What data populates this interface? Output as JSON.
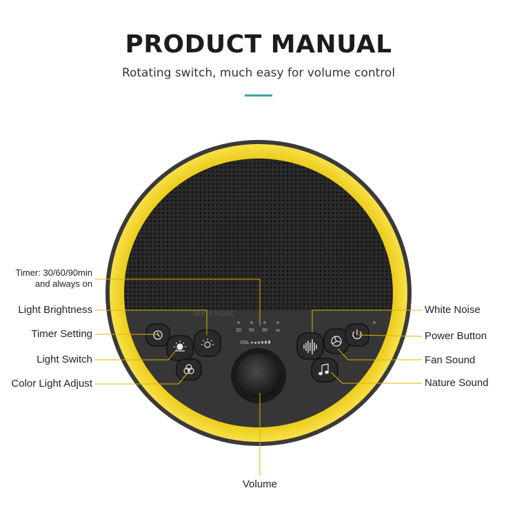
{
  "header": {
    "title": "PRODUCT MANUAL",
    "subtitle": "Rotating switch, much easy for volume control"
  },
  "colors": {
    "accent": "#3aa6a0",
    "ring": "#f5d20b",
    "body": "#3a3a3a",
    "panel": "#2e2e2e",
    "callout_line": "#e0b400"
  },
  "callouts": {
    "timer": [
      "Timer: 30/60/90min",
      "and always on"
    ],
    "light_brightness": "Light Brightness",
    "timer_setting": "Timer Setting",
    "light_switch": "Light Switch",
    "color_light_adjust": "Color Light Adjust",
    "white_noise": "White Noise",
    "power_button": "Power Button",
    "fan_sound": "Fan Sound",
    "nature_sound": "Nature Sound",
    "volume": "Volume"
  },
  "device": {
    "timer_marks": [
      "30",
      "60",
      "90",
      "∞"
    ],
    "vol_label": "VOL",
    "brand_text": "WHITE NOISE"
  },
  "icons": {
    "timer": "timer-icon",
    "sun": "sun-icon",
    "brightness": "brightness-icon",
    "color_light": "color-light-icon",
    "white_noise": "sound-wave-icon",
    "fan": "fan-icon",
    "power": "power-icon",
    "nature": "music-note-icon"
  }
}
